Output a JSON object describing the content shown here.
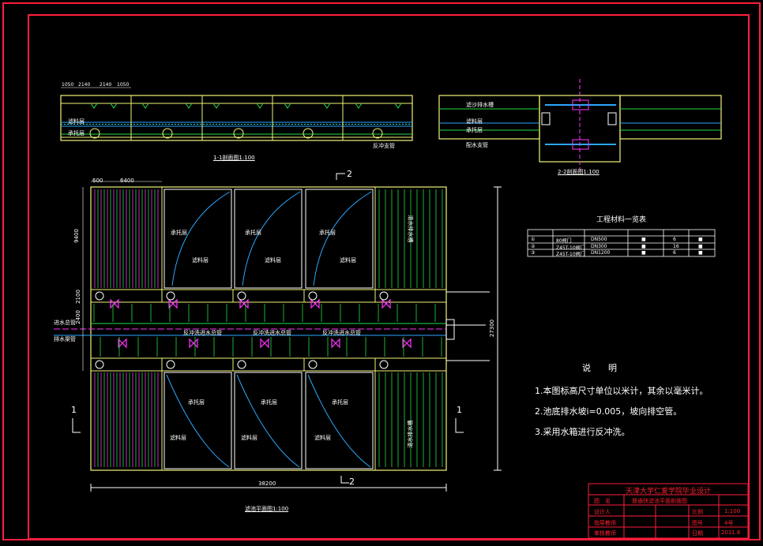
{
  "section_1": {
    "title": "1-1剖面图1:100",
    "dims": [
      "1050",
      "2140",
      "2140",
      "1050"
    ],
    "labels": [
      "滤料层",
      "承托层",
      "反冲支管"
    ]
  },
  "section_2": {
    "title": "2-2剖面图1:100",
    "labels": [
      "滤沙排水槽",
      "滤料层",
      "承托层",
      "配水支管"
    ]
  },
  "plan": {
    "title": "滤池平面图1:100",
    "dims_top": [
      "600",
      "6400"
    ],
    "dims_left": [
      "9400",
      "2100",
      "2400"
    ],
    "dim_right": "27300",
    "dim_bottom": "38200",
    "section_marks": [
      "2",
      "2",
      "1",
      "1"
    ],
    "cell_labels": [
      "承托层",
      "滤料层"
    ],
    "bay_label": "清水排水槽",
    "pipe_labels": [
      "反冲洗进水总管",
      "进水总管",
      "排水渠管"
    ]
  },
  "materials_table": {
    "title": "工程材料一览表",
    "rows": [
      [
        "①",
        "80阀门",
        "DN500",
        "■",
        "6",
        "■"
      ],
      [
        "②",
        "Z45T-10阀门",
        "DN300",
        "■",
        "16",
        "■"
      ],
      [
        "③",
        "Z45T-10阀门",
        "DN1200",
        "■",
        "6",
        "■"
      ]
    ]
  },
  "notes": {
    "title": "说　　明",
    "items": [
      "1.本图标高尺寸单位以米计，其余以毫米计。",
      "2.池底排水坡i=0.005，坡向排空管。",
      "3.采用水箱进行反冲洗。"
    ]
  },
  "title_block": {
    "header": "天津大学仁爱学院毕业设计",
    "drawing_name": "普通快滤池平面剖面图",
    "scale": "1:100",
    "sheet": "4号",
    "date": "2011.6",
    "cells": [
      "图　名",
      "设计人",
      "指导教师",
      "审核教师",
      "比例",
      "图号",
      "日期"
    ]
  },
  "colors": {
    "frame": "#ff1e3c",
    "outline": "#f2f27a",
    "line": "#ffffff",
    "green": "#22dd44",
    "blue": "#2aa8ff",
    "cyan": "#22dddd",
    "magenta": "#ff33ff"
  }
}
